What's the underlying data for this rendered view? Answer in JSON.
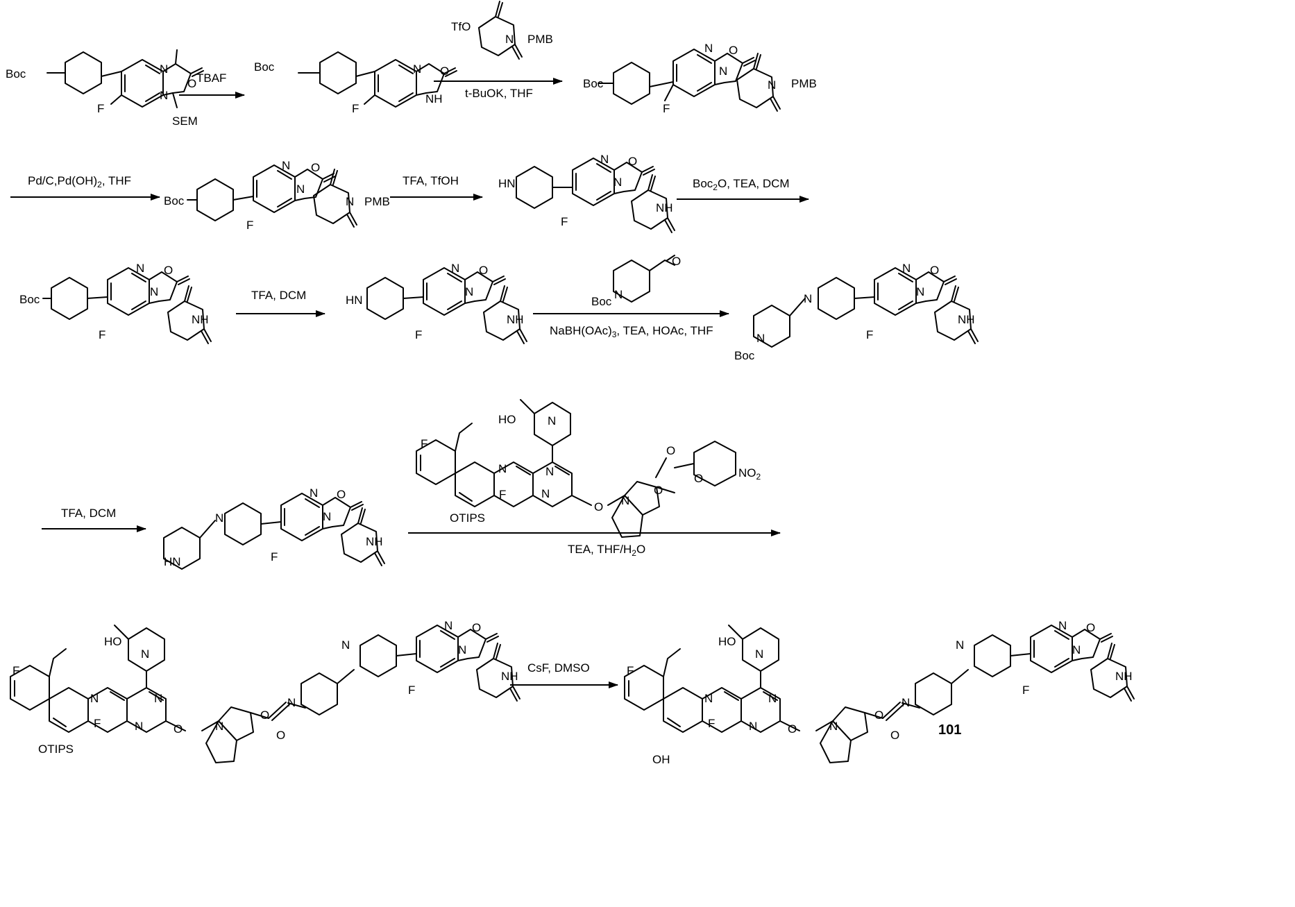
{
  "steps": [
    {
      "id": "s1",
      "above": "TBAF",
      "below": ""
    },
    {
      "id": "s2",
      "above": "",
      "below": "t-BuOK, THF"
    },
    {
      "id": "s3",
      "above": "Pd/C,Pd(OH)",
      "above_sub": "2",
      "above_tail": ", THF"
    },
    {
      "id": "s4",
      "above": "TFA, TfOH"
    },
    {
      "id": "s5",
      "above": "Boc",
      "above_sub": "2",
      "above_tail": "O, TEA,  DCM"
    },
    {
      "id": "s6",
      "above": "TFA, DCM"
    },
    {
      "id": "s7",
      "below": "NaBH(OAc)",
      "below_sub": "3",
      "below_tail": ", TEA, HOAc, THF"
    },
    {
      "id": "s8",
      "above": "TFA, DCM"
    },
    {
      "id": "s9",
      "below": "TEA, THF/H",
      "below_sub": "2",
      "below_tail": "O"
    },
    {
      "id": "s10",
      "above": "CsF, DMSO"
    }
  ],
  "compound_label": "101",
  "atoms": {
    "boc": "Boc",
    "n": "N",
    "o": "O",
    "f": "F",
    "nh": "NH",
    "hn": "HN",
    "sem": "SEM",
    "pmb": "PMB",
    "tfo": "TfO",
    "ho": "HO",
    "otips": "OTIPS",
    "oh": "OH",
    "no2": "NO",
    "no2_sub": "2"
  }
}
